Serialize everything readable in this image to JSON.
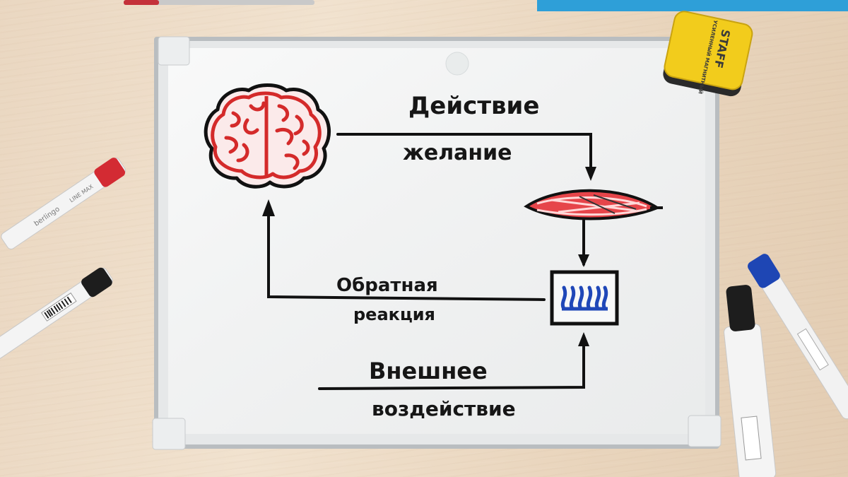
{
  "board": {
    "title_action": "Действие",
    "label_desire": "желание",
    "label_feedback_line1": "Обратная",
    "label_feedback_line2": "реакция",
    "label_external_line1": "Внешнее",
    "label_external_line2": "воздействие"
  },
  "eraser": {
    "brand": "STAFF",
    "subtitle": "УСИЛЕННЫЙ МАГНИТНЫЙ"
  },
  "markers": {
    "left_top_brand": "berlingo",
    "left_top_model": "LINE MAX"
  },
  "icons": [
    "brain-icon",
    "muscle-icon",
    "receptor-box-icon"
  ],
  "colors": {
    "ink_black": "#161616",
    "ink_red": "#d42a2a",
    "ink_blue": "#1f47b8",
    "eraser_yellow": "#f2cc1c"
  }
}
